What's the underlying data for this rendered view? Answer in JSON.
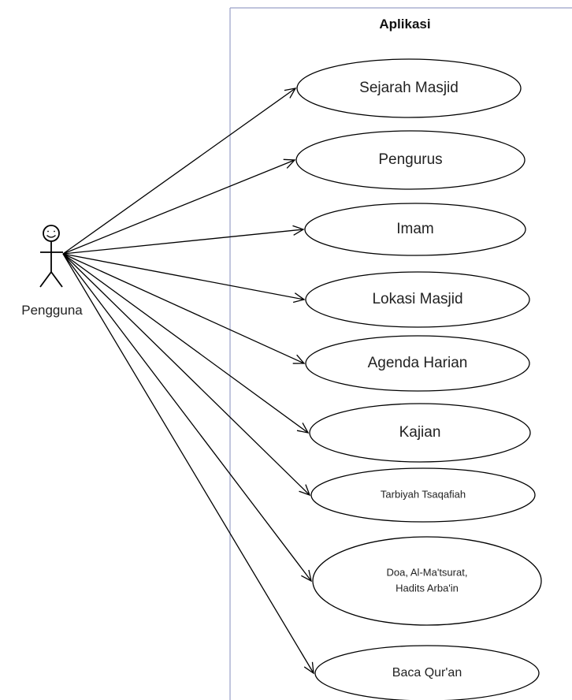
{
  "system": {
    "title": "Aplikasi"
  },
  "actor": {
    "name": "Pengguna"
  },
  "use_cases": [
    {
      "id": "sejarah-masjid",
      "lines": [
        "Sejarah Masjid"
      ]
    },
    {
      "id": "pengurus",
      "lines": [
        "Pengurus"
      ]
    },
    {
      "id": "imam",
      "lines": [
        "Imam"
      ]
    },
    {
      "id": "lokasi-masjid",
      "lines": [
        "Lokasi Masjid"
      ]
    },
    {
      "id": "agenda-harian",
      "lines": [
        "Agenda Harian"
      ]
    },
    {
      "id": "kajian",
      "lines": [
        "Kajian"
      ]
    },
    {
      "id": "tarbiyah-tsaqafiah",
      "lines": [
        "Tarbiyah Tsaqafiah"
      ]
    },
    {
      "id": "doa-al-matsurat-hadits-arbain",
      "lines": [
        "Doa,  Al-Ma'tsurat,",
        "Hadits Arba'in"
      ]
    },
    {
      "id": "baca-quran",
      "lines": [
        "Baca Qur'an"
      ]
    }
  ],
  "colors": {
    "boundary": "#9aa0c8",
    "stroke": "#000000"
  }
}
